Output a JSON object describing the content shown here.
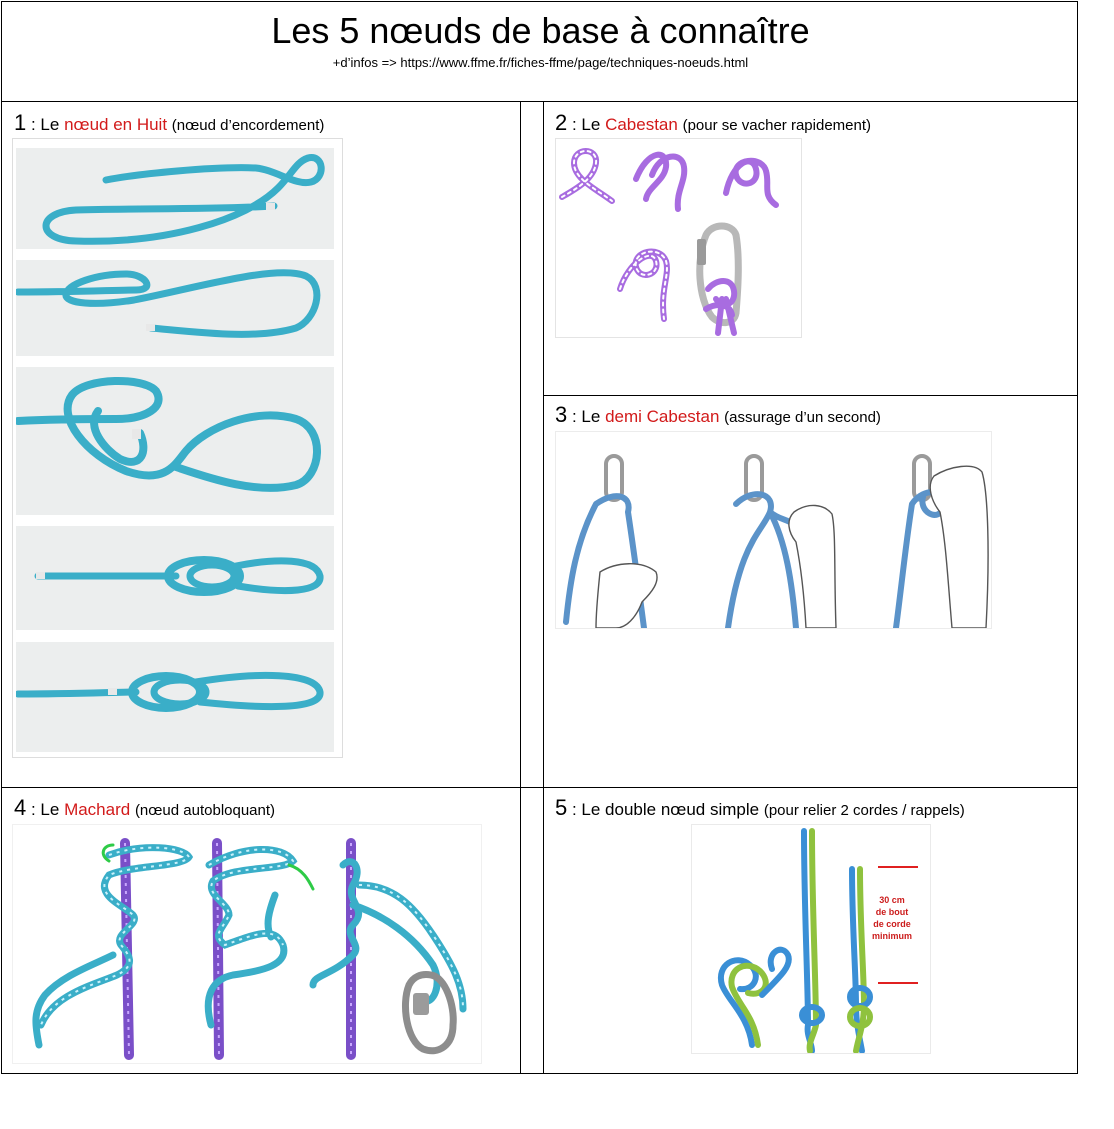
{
  "header": {
    "title": "Les 5 nœuds de base à connaître",
    "subtitle": "+d’infos => https://www.ffme.fr/fiches-ffme/page/techniques-noeuds.html"
  },
  "knots": [
    {
      "number": "1",
      "sep": " : Le ",
      "name": "nœud en Huit",
      "note": "(nœud d’encordement)"
    },
    {
      "number": "2",
      "sep": " : Le ",
      "name": "Cabestan",
      "note": "(pour se vacher rapidement)"
    },
    {
      "number": "3",
      "sep": " : Le ",
      "name": "demi Cabestan",
      "note": "(assurage d’un second)"
    },
    {
      "number": "4",
      "sep": " : Le ",
      "name": "Machard",
      "note": "(nœud autobloquant)"
    },
    {
      "number": "5",
      "sep": " : ",
      "name": "Le double nœud simple",
      "note": "(pour relier 2 cordes / rappels)"
    }
  ],
  "diagram5": {
    "label_line1": "30 cm",
    "label_line2": "de bout",
    "label_line3": "de corde",
    "label_line4": "minimum"
  },
  "colors": {
    "accent_red": "#d21a1a",
    "rope_cyan": "#3aaec8",
    "rope_purple": "#a86ce0",
    "rope_blue": "#5b93c9",
    "rope_green": "#8fc23e",
    "carabiner_grey": "#b8b8b8"
  }
}
